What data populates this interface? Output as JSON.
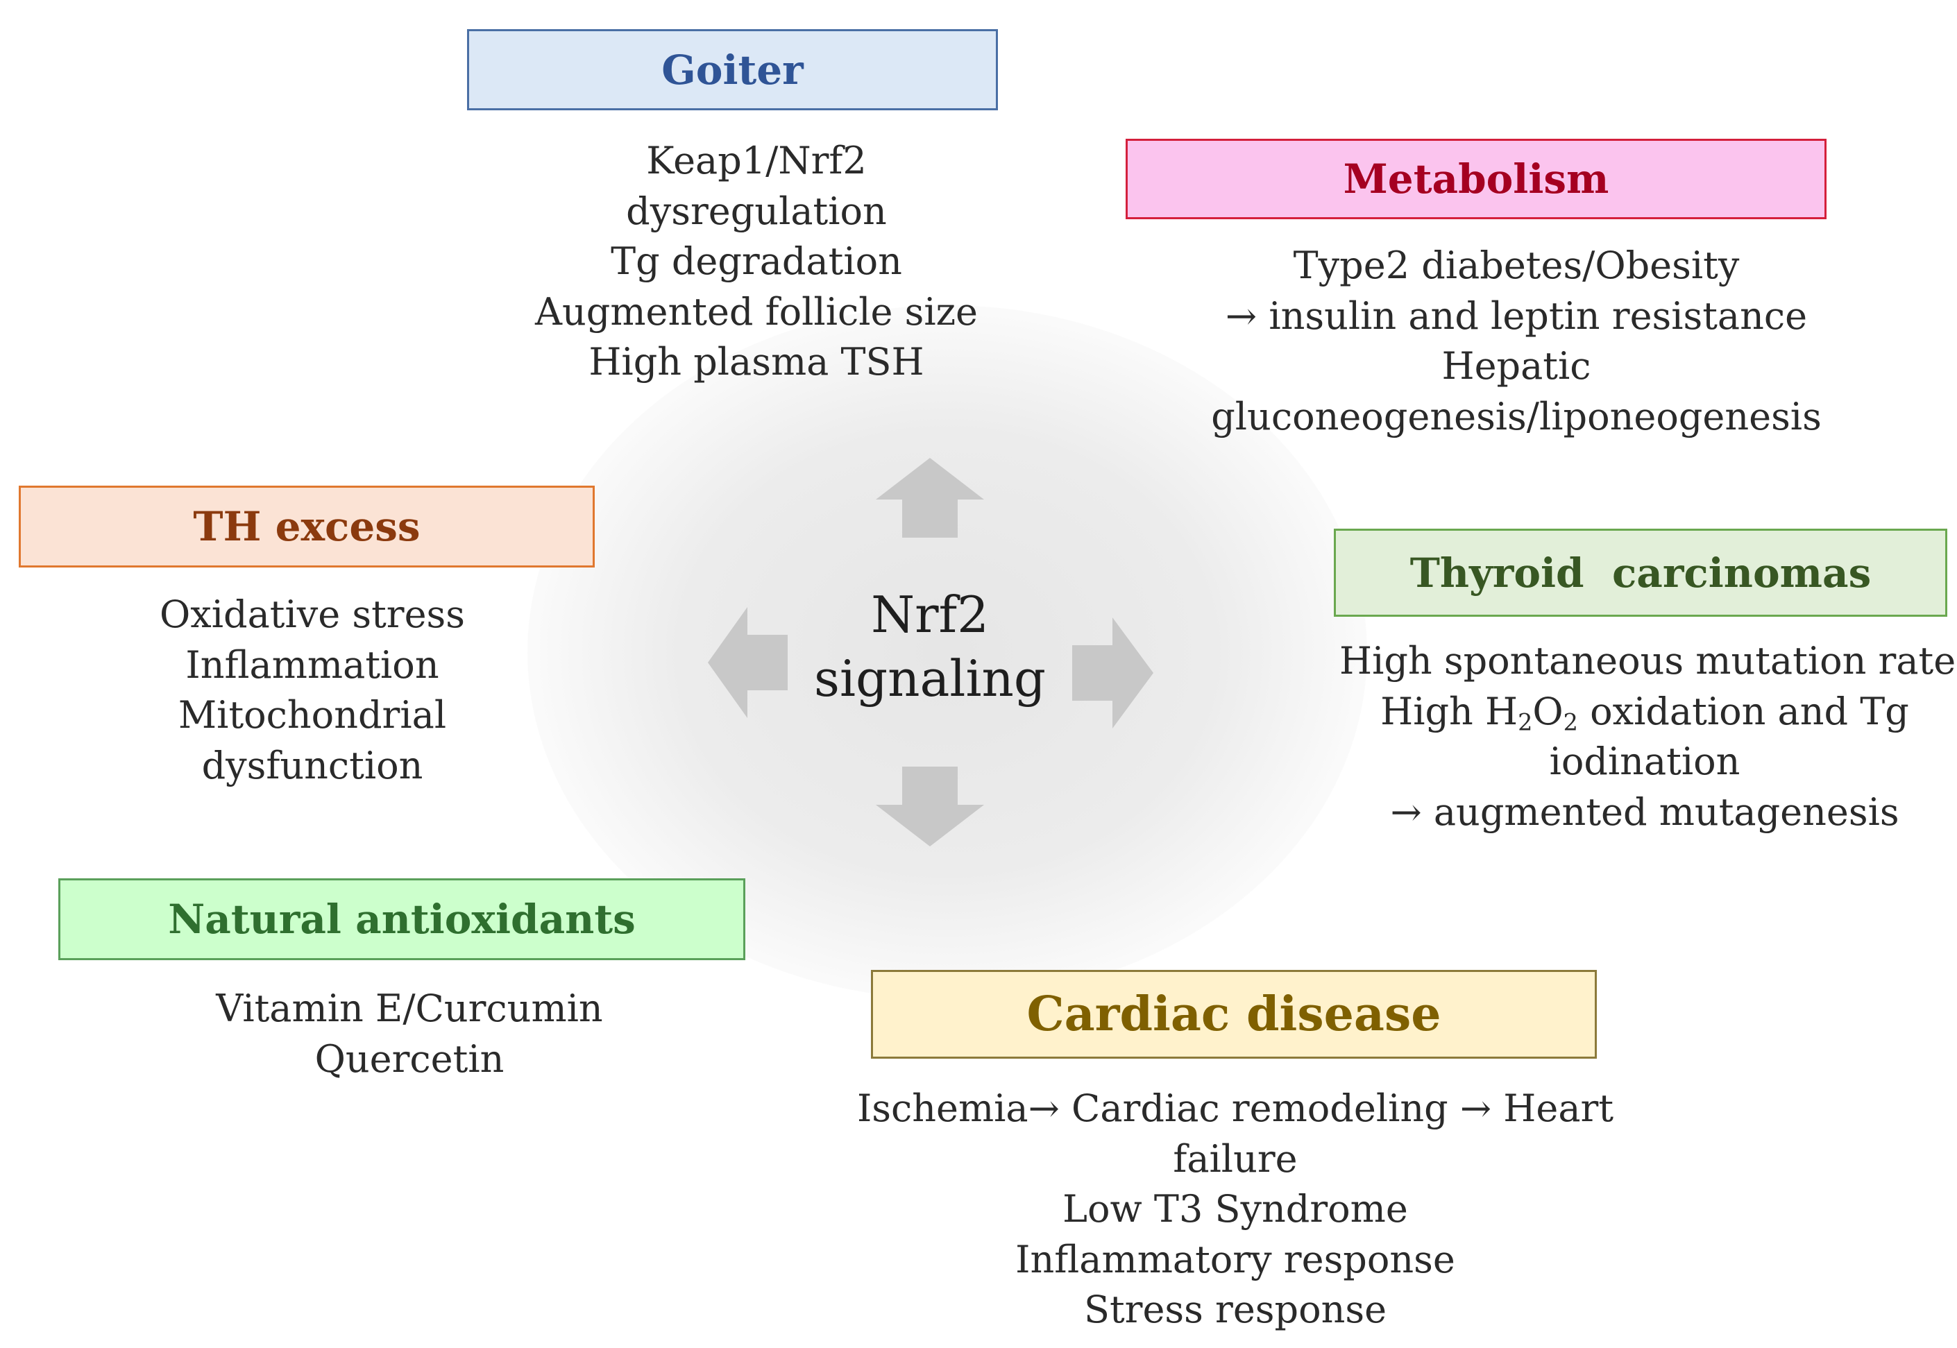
{
  "center": {
    "line1": "Nrf2",
    "line2": "signaling"
  },
  "goiter": {
    "title": "Goiter",
    "lines": [
      "Keap1/Nrf2",
      "dysregulation",
      "Tg degradation",
      "Augmented follicle size",
      "High plasma TSH"
    ]
  },
  "metabolism": {
    "title": "Metabolism",
    "lines": [
      "Type2 diabetes/Obesity",
      "→ insulin and leptin resistance",
      "Hepatic",
      "gluconeogenesis/liponeogenesis"
    ]
  },
  "th_excess": {
    "title": "TH excess",
    "lines": [
      "Oxidative stress",
      "Inflammation",
      "Mitochondrial",
      "dysfunction"
    ]
  },
  "thyroid_carcinomas": {
    "title": "Thyroid  carcinomas",
    "line1": "High spontaneous mutation rate",
    "line2_a": "High H",
    "line2_sub1": "2",
    "line2_b": "O",
    "line2_sub2": "2",
    "line2_c": " oxidation and Tg",
    "line3": "iodination",
    "line4": "→ augmented mutagenesis"
  },
  "natural_antioxidants": {
    "title": "Natural antioxidants",
    "lines": [
      "Vitamin E/Curcumin",
      "Quercetin"
    ]
  },
  "cardiac_disease": {
    "title": "Cardiac disease",
    "lines": [
      "Ischemia→ Cardiac remodeling → Heart",
      "failure",
      "Low T3 Syndrome",
      "Inflammatory response",
      "Stress response"
    ]
  },
  "colors": {
    "goiter_fill": "#dce8f6",
    "goiter_border": "#4a6fa5",
    "goiter_text": "#2f5496",
    "metabolism_fill": "#fbc4ee",
    "metabolism_border": "#d4203c",
    "metabolism_text": "#a50021",
    "th_fill": "#fbe3d5",
    "th_border": "#e0782f",
    "th_text": "#8b3a0e",
    "thyroid_fill": "#e2efd9",
    "thyroid_border": "#6aa84f",
    "thyroid_text": "#385723",
    "natural_fill": "#ccffcc",
    "natural_border": "#5aa05a",
    "natural_text": "#2f6f2f",
    "cardiac_fill": "#fff2cc",
    "cardiac_border": "#8c7a3a",
    "cardiac_text": "#7f6000",
    "arrow": "#c8c8c8"
  }
}
